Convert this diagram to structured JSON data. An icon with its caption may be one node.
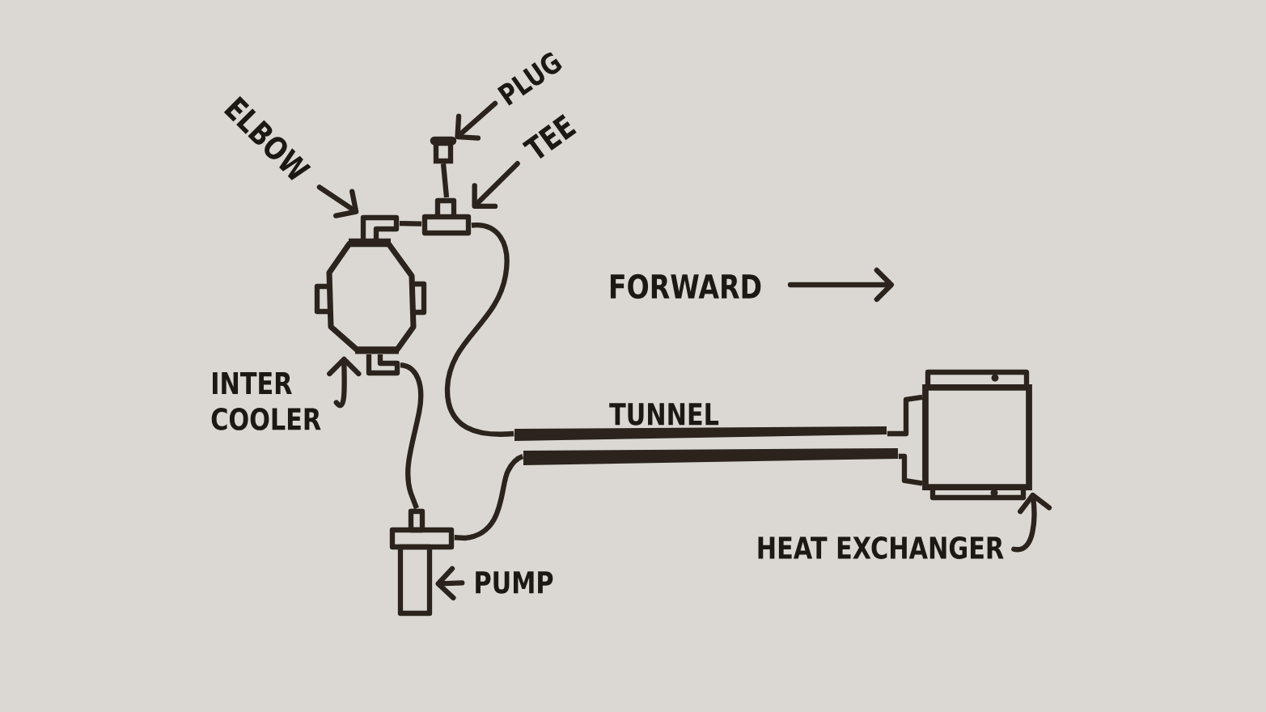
{
  "diagram": {
    "nodes": [
      {
        "text": [
          "ELBOW"
        ]
      },
      {
        "text": [
          "PLUG"
        ]
      },
      {
        "text": [
          "TEE"
        ]
      },
      {
        "text": [],
        "shape": "box"
      },
      {
        "text": [],
        "shape": "picture"
      },
      {
        "text": [],
        "shape": "picture"
      },
      {
        "text": [],
        "shape": "picture"
      },
      {
        "text": [],
        "shape": "picture"
      },
      {
        "text": [
          "INTER COOLER"
        ]
      },
      {
        "text": [],
        "shape": "bar"
      },
      {
        "text": [],
        "shape": "bar"
      },
      {
        "text": [],
        "shape": "box"
      },
      {
        "text": [],
        "shape": "picture"
      },
      {
        "text": [
          "PUMP"
        ]
      },
      {
        "text": [
          "HEAT EXCHANGER"
        ]
      }
    ],
    "edges": [
      {
        "from": 0,
        "to": 4,
        "arrow": "to"
      },
      {
        "from": 1,
        "to": 3,
        "arrow": "to"
      },
      {
        "from": 2,
        "to": 5,
        "arrow": "to"
      },
      {
        "from": 8,
        "to": 6,
        "arrow": "to"
      },
      {
        "from": 13,
        "to": 12,
        "arrow": "to"
      },
      {
        "from": 14,
        "to": 11,
        "arrow": "to"
      },
      {
        "from": 3,
        "to": 5,
        "arrow": "none"
      },
      {
        "from": 4,
        "to": 5,
        "arrow": "none"
      },
      {
        "from": 5,
        "to": 9,
        "arrow": "none"
      },
      {
        "from": 7,
        "to": 12,
        "arrow": "none"
      },
      {
        "from": 12,
        "to": 10,
        "arrow": "none"
      },
      {
        "from": 9,
        "to": 11,
        "arrow": "none"
      },
      {
        "from": 10,
        "to": 11,
        "arrow": "none"
      }
    ],
    "labels": [
      "FORWARD",
      "TUNNEL"
    ]
  }
}
